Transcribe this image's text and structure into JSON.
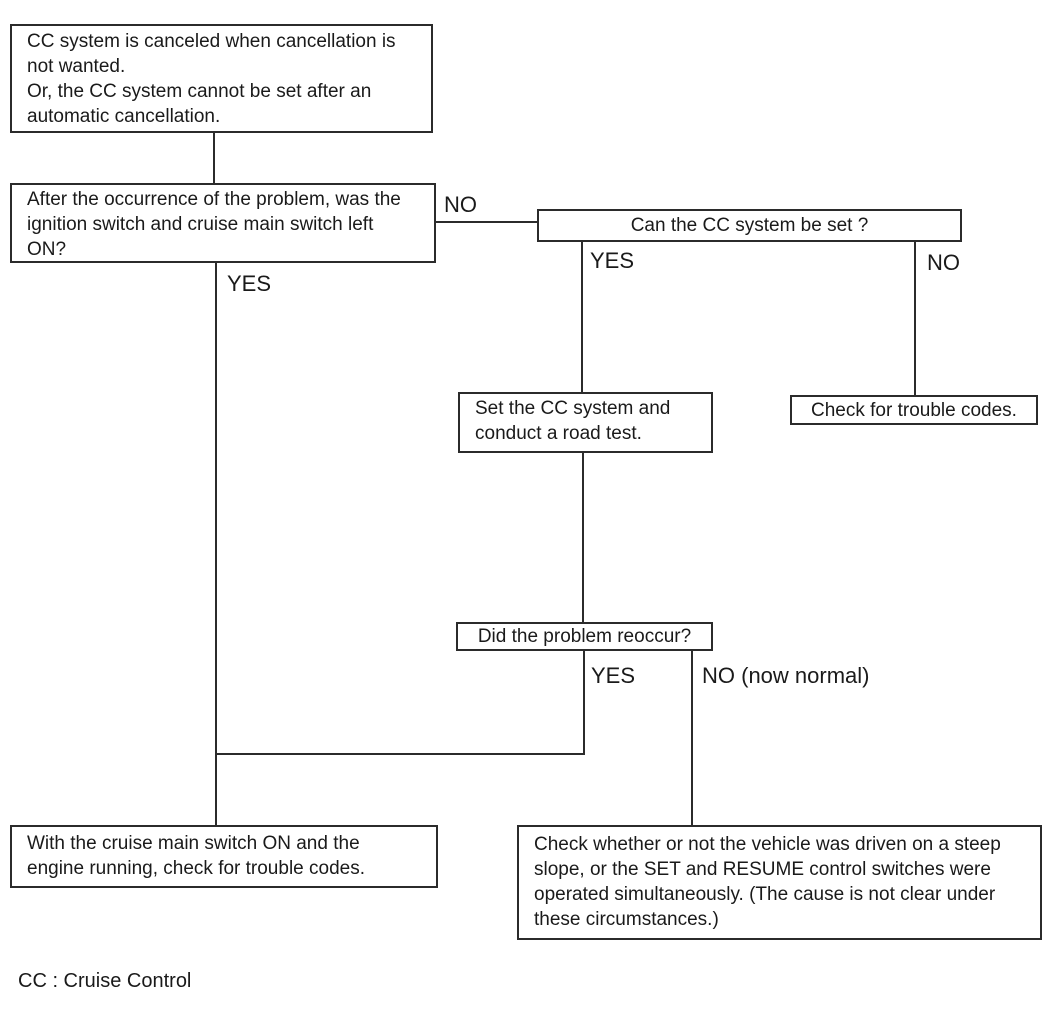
{
  "colors": {
    "background": "#ffffff",
    "line": "#2b2b2b",
    "text": "#1a1a1a"
  },
  "nodes": {
    "problem": "CC system is canceled when cancellation is\nnot wanted.\nOr, the CC system cannot be set after an\nautomatic cancellation.",
    "ignition_question": "After the occurrence of the problem, was the\nignition switch and cruise main switch left\nON?",
    "can_set_question": "Can the CC system be set ?",
    "road_test": "Set the CC system and\nconduct a road test.",
    "trouble_codes": "Check for trouble codes.",
    "reoccur_question": "Did the problem reoccur?",
    "main_switch_check": "With the cruise main switch ON and the\nengine running, check for trouble codes.",
    "steep_slope_check": "Check whether or not the vehicle was driven on a steep\nslope, or the SET and RESUME control switches were\noperated simultaneously. (The cause is not clear under\nthese circumstances.)"
  },
  "labels": {
    "ignition_no": "NO",
    "ignition_yes": "YES",
    "can_set_yes": "YES",
    "can_set_no": "NO",
    "reoccur_yes": "YES",
    "reoccur_no": "NO (now normal)",
    "legend": "CC : Cruise Control"
  }
}
